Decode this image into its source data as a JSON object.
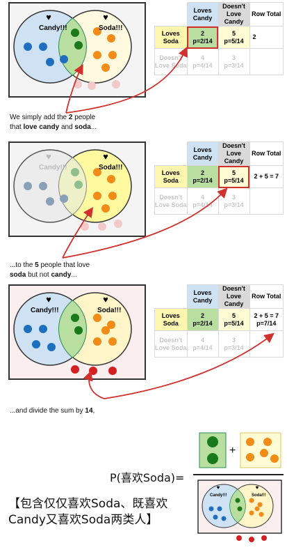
{
  "venn": {
    "candy_label": "Candy!!!",
    "soda_label": "Soda!!!"
  },
  "table": {
    "col_loves_candy": "Loves Candy",
    "col_doesnt_love_candy": "Doesn't Love Candy",
    "col_row_total": "Row Total",
    "row_loves_soda": "Loves Soda",
    "row_doesnt_love_soda": "Doesn't Love Soda",
    "c11": "2",
    "c11p": "p=2/14",
    "c12": "5",
    "c12p": "p=5/14",
    "c21": "4",
    "c21p": "p=4/14",
    "c22": "3",
    "c22p": "p=3/14",
    "total_step1": "2",
    "total_step2": "2 + 5 = 7",
    "total_step3a": "2 + 5 = 7",
    "total_step3b": "p=7/14"
  },
  "captions": {
    "step1_a": "We simply add the ",
    "step1_b": "2",
    "step1_c": " people",
    "step1_d": "that ",
    "step1_e": "love candy",
    "step1_f": " and ",
    "step1_g": "soda",
    "step1_h": "...",
    "step2_a": "...to the ",
    "step2_b": "5",
    "step2_c": " people that love",
    "step2_d": "soda",
    "step2_e": " but not ",
    "step2_f": "candy",
    "step2_g": "...",
    "step3_a": "...and divide the sum by ",
    "step3_b": "14",
    "step3_c": ","
  },
  "formula": {
    "lhs": "P(喜欢Soda)=",
    "plus": "+",
    "note_line1": "【包含仅仅喜欢Soda、既喜欢",
    "note_line2": "Candy又喜欢Soda两类人】"
  },
  "colors": {
    "candy_blue": "#cfe2f3",
    "soda_yellow": "#fff7b0",
    "green": "#b9dfa0",
    "red": "#d0312d"
  }
}
